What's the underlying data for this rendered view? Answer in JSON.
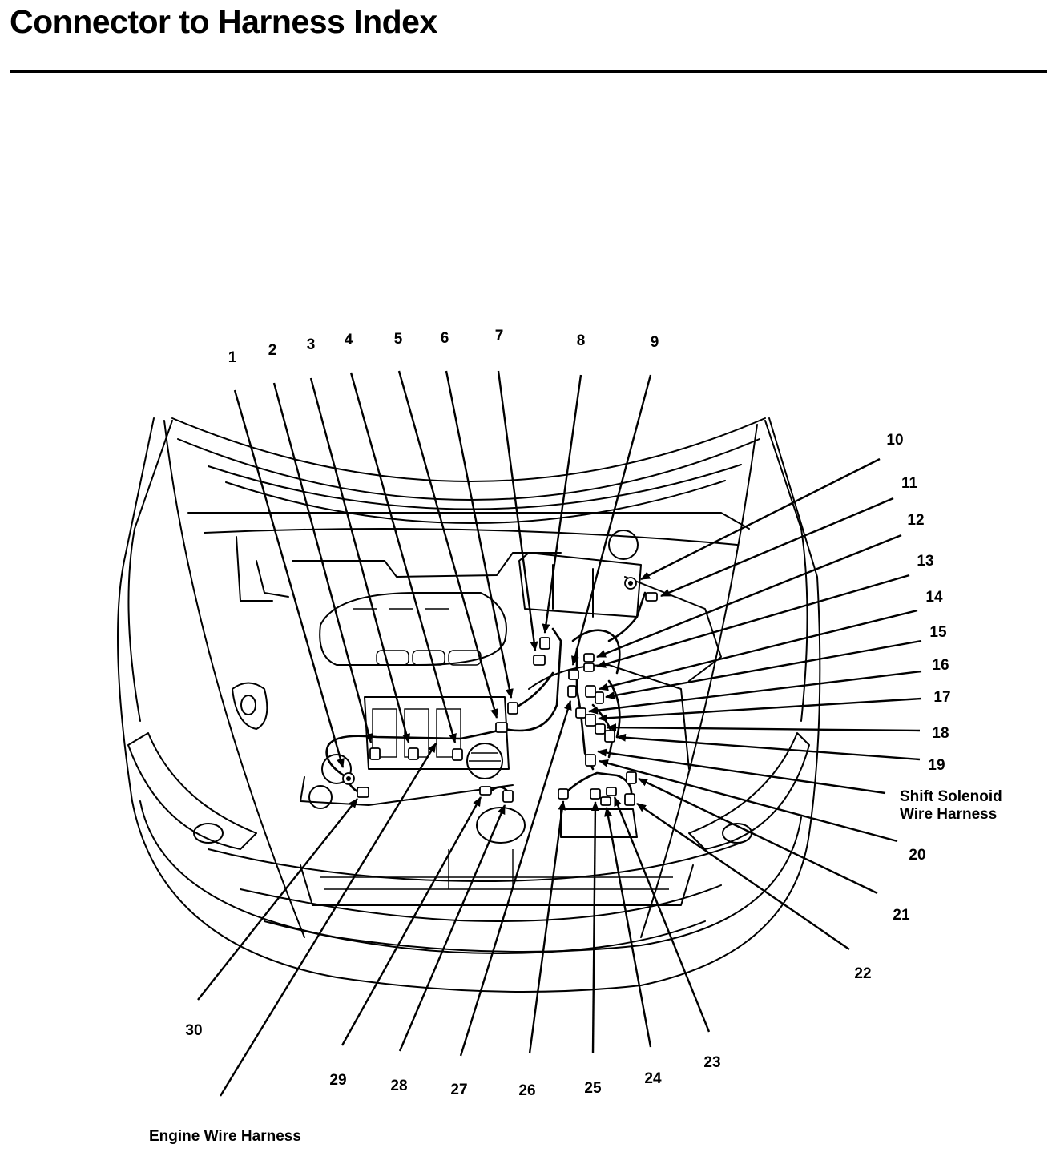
{
  "title": "Connector to Harness Index",
  "harness_labels": {
    "engine": "Engine Wire Harness",
    "shift_solenoid_line1": "Shift Solenoid",
    "shift_solenoid_line2": "Wire Harness"
  },
  "callouts": [
    "1",
    "2",
    "3",
    "4",
    "5",
    "6",
    "7",
    "8",
    "9",
    "10",
    "11",
    "12",
    "13",
    "14",
    "15",
    "16",
    "17",
    "18",
    "19",
    "20",
    "21",
    "22",
    "23",
    "24",
    "25",
    "26",
    "27",
    "28",
    "29",
    "30"
  ]
}
